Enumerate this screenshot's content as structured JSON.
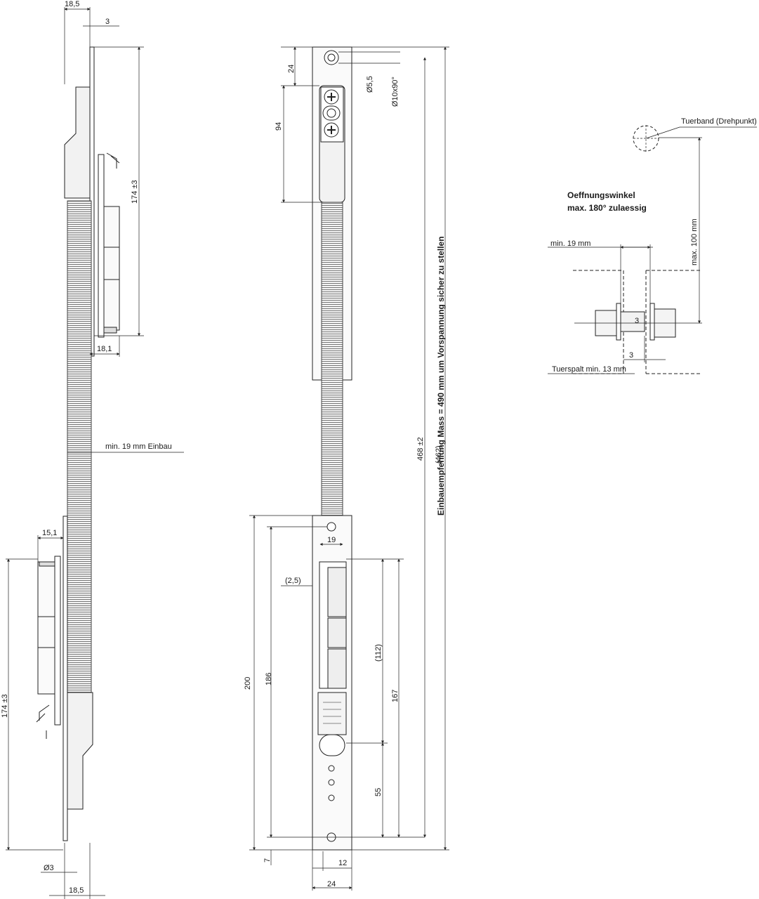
{
  "side_view": {
    "top_dim_total": "18,5",
    "top_dim_offset": "3",
    "upper_length": "174 ±3",
    "upper_depth": "18,1",
    "install_note": "min. 19 mm Einbau",
    "lower_depth": "15,1",
    "lower_length": "174 ±3",
    "hole_dia": "Ø3",
    "bottom_dim_total": "18,5"
  },
  "front_view": {
    "dim_24_top": "24",
    "dim_94": "94",
    "hole_dia": "Ø5,5",
    "countersink": "Ø10x90°",
    "total_length": "468 ±2",
    "alt_length": "(462)",
    "mount_recommendation": "Einbauempfehlung Mass = 490 mm um Vorspannung sicher zu stellen",
    "dim_19": "19",
    "dim_2_5": "(2,5)",
    "dim_200": "200",
    "dim_186": "186",
    "dim_112": "(112)",
    "dim_167": "167",
    "dim_55": "55",
    "dim_7": "7",
    "dim_12": "12",
    "dim_24_bottom": "24"
  },
  "detail_view": {
    "hinge_label": "Tuerband (Drehpunkt)",
    "opening_angle_line1": "Oeffnungswinkel",
    "opening_angle_line2": "max. 180° zulaessig",
    "min_19": "min. 19 mm",
    "max_100": "max. 100 mm",
    "dim_3_a": "3",
    "dim_3_b": "3",
    "door_gap": "Tuerspalt min. 13 mm"
  }
}
